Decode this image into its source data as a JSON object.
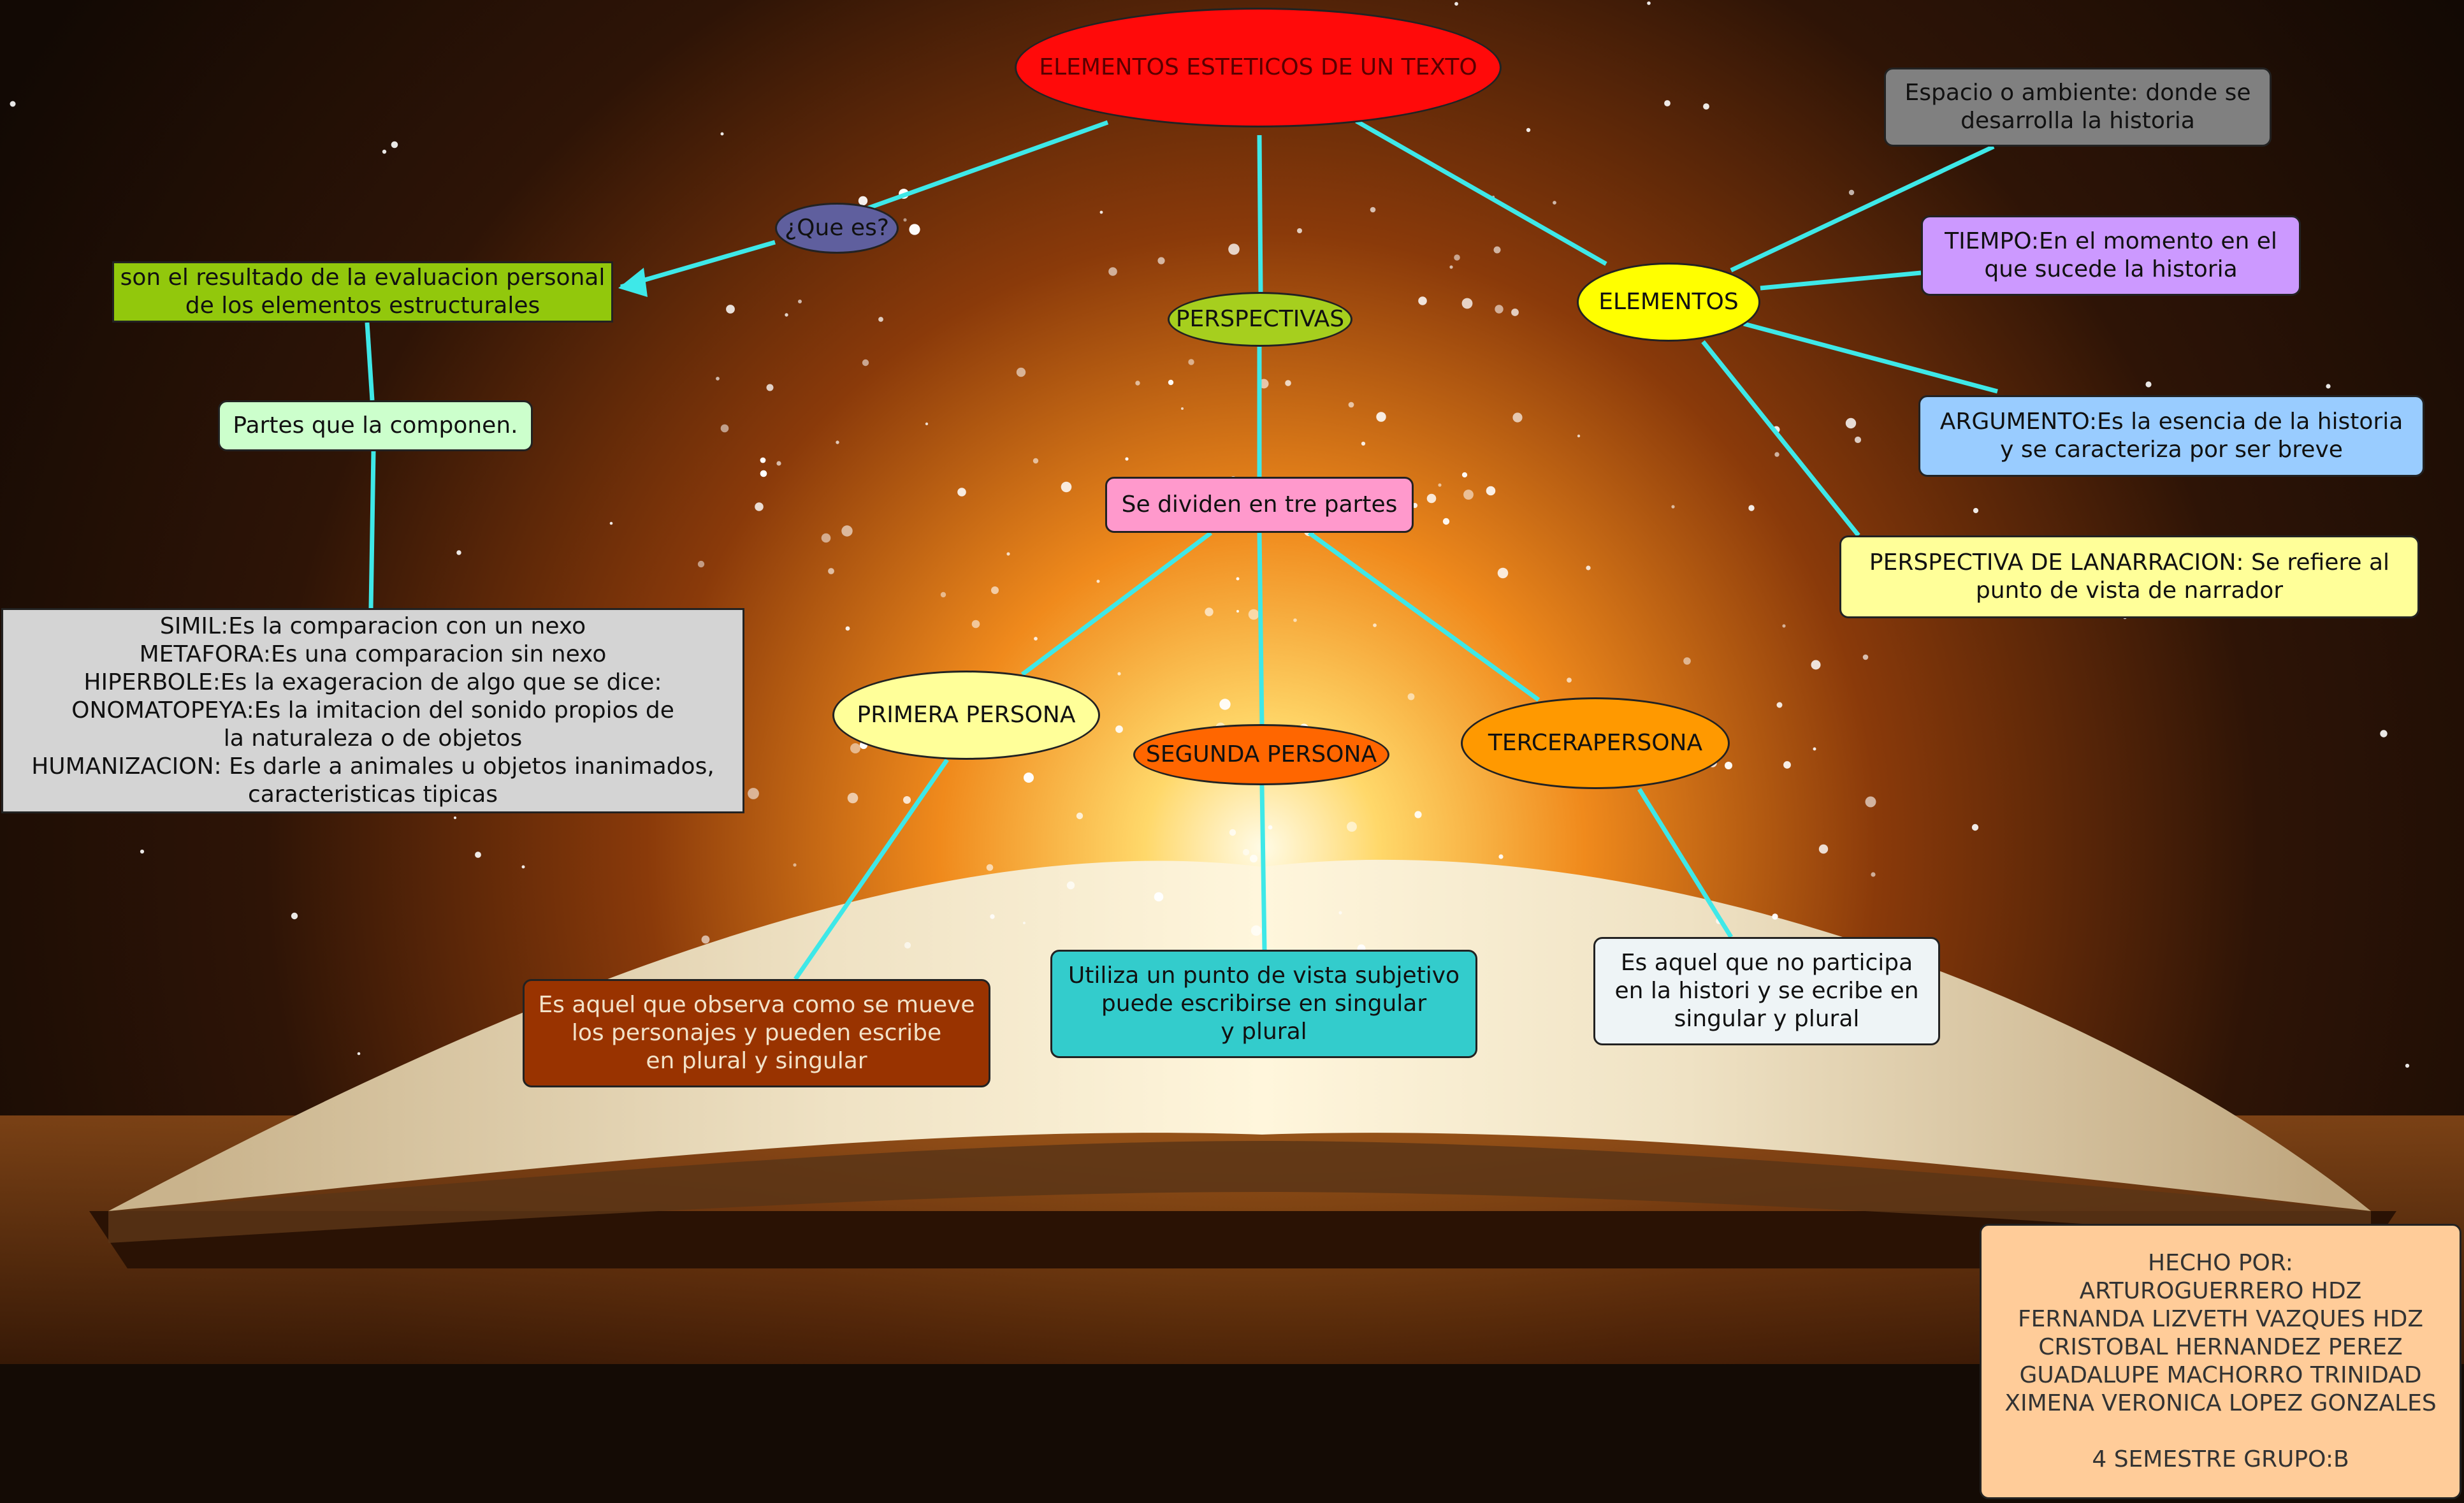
{
  "title": "ELEMENTOS ESTETICOS DE UN TEXTO",
  "que_es": "¿Que es?",
  "definition": "son el resultado de la evaluacion personal\nde los elementos estructurales",
  "partes": "Partes que la componen.",
  "figuras": "SIMIL:Es la comparacion con un nexo\nMETAFORA:Es una comparacion sin nexo\nHIPERBOLE:Es la exageracion de algo que se dice:\nONOMATOPEYA:Es la imitacion del sonido propios de\nla naturaleza o de objetos\nHUMANIZACION: Es darle a animales u objetos inanimados,\ncaracteristicas tipicas",
  "perspectivas": "PERSPECTIVAS",
  "se_dividen": "Se dividen en tre partes",
  "primera": "PRIMERA PERSONA",
  "segunda": "SEGUNDA PERSONA",
  "tercera": "TERCERAPERSONA",
  "primera_desc": "Es aquel que observa como se mueve\nlos personajes y pueden escribe\nen plural y singular",
  "segunda_desc": "Utiliza un punto de vista subjetivo\npuede escribirse en singular\ny plural",
  "tercera_desc": "Es aquel que no participa\nen la histori y se ecribe en\nsingular y plural",
  "elementos": "ELEMENTOS",
  "espacio": "Espacio o ambiente: donde se\ndesarrolla la historia",
  "tiempo": "TIEMPO:En el momento en el\nque sucede la historia",
  "argumento": "ARGUMENTO:Es la esencia de la historia\ny se caracteriza por ser breve",
  "perspectiva_narracion": "PERSPECTIVA DE LANARRACION: Se refiere al\npunto de vista de narrador",
  "credits": "HECHO POR:\nARTUROGUERRERO HDZ\nFERNANDA LIZVETH VAZQUES HDZ\nCRISTOBAL HERNANDEZ  PEREZ\nGUADALUPE MACHORRO TRINIDAD\nXIMENA VERONICA LOPEZ GONZALES\n\n4 SEMESTRE GRUPO:B",
  "colors": {
    "connector": "#3ee8e8",
    "title_fill": "#ff0a0a",
    "que_es_fill": "#5f5f9e",
    "definition_fill": "#92c80c",
    "partes_fill": "#ccffcc",
    "figuras_fill": "#d4d4d4",
    "perspectivas_fill": "#a6cf1e",
    "se_dividen_fill": "#ff99cc",
    "primera_fill": "#ffff99",
    "segunda_fill": "#ff6600",
    "tercera_fill": "#ff9900",
    "primera_desc_fill": "#993300",
    "segunda_desc_fill": "#33cccc",
    "tercera_desc_fill": "#eef4f6",
    "elementos_fill": "#ffff00",
    "espacio_fill": "#808080",
    "tiempo_fill": "#cc99ff",
    "argumento_fill": "#99ccff",
    "perspectiva_narracion_fill": "#ffff99",
    "credits_fill": "#ffcc99"
  }
}
